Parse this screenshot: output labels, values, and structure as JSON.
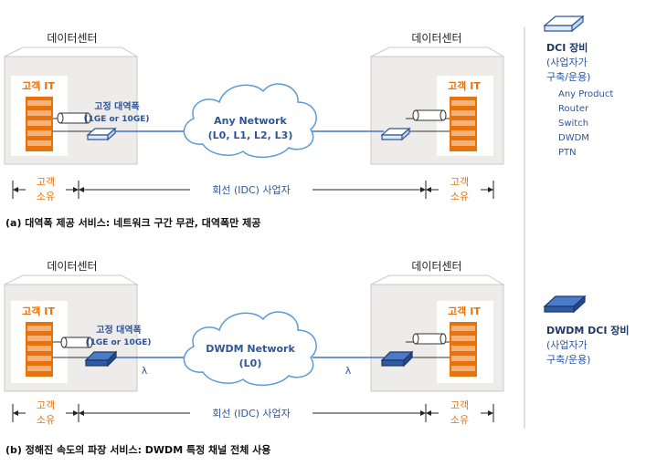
{
  "colors": {
    "orange": "#E8730C",
    "blue_text": "#2F5597",
    "line_blue": "#4472C4",
    "box_fill": "#EDECEB",
    "cloud_stroke": "#5B9BD5",
    "dwdm_fill": "#2E5AA8",
    "dci_fill": "#DDEBF7",
    "divider": "#BFBFBF"
  },
  "panel_a": {
    "dc_left_label": "데이터센터",
    "dc_right_label": "데이터센터",
    "customer_it_left": "고객 IT",
    "customer_it_right": "고객 IT",
    "bandwidth_label": "고정 대역폭",
    "bandwidth_sub": "(1GE or 10GE)",
    "network_line1": "Any Network",
    "network_line2": "(L0, L1, L2, L3)",
    "left_owner_1": "고객",
    "left_owner_2": "소유",
    "right_owner_1": "고객",
    "right_owner_2": "소유",
    "provider_label": "회선 (IDC) 사업자",
    "caption": "(a) 대역폭 제공 서비스: 네트워크 구간 무관, 대역폭만 제공"
  },
  "panel_b": {
    "dc_left_label": "데이터센터",
    "dc_right_label": "데이터센터",
    "customer_it_left": "고객 IT",
    "customer_it_right": "고객 IT",
    "bandwidth_label": "고정 대역폭",
    "bandwidth_sub": "(1GE or 10GE)",
    "network_line1": "DWDM Network",
    "network_line2": "(L0)",
    "lambda_left": "λ",
    "lambda_right": "λ",
    "left_owner_1": "고객",
    "left_owner_2": "소유",
    "right_owner_1": "고객",
    "right_owner_2": "소유",
    "provider_label": "회선 (IDC) 사업자",
    "caption": "(b) 정해진 속도의 파장 서비스: DWDM 특정 채널 전체 사용"
  },
  "legend": {
    "dci_title": "DCI 장비",
    "dci_desc_1": "(사업자가",
    "dci_desc_2": "구축/운용)",
    "dci_items": [
      "Any Product",
      "Router",
      "Switch",
      "DWDM",
      "PTN"
    ],
    "dwdm_title": "DWDM DCI 장비",
    "dwdm_desc_1": "(사업자가",
    "dwdm_desc_2": "구축/운용)"
  }
}
